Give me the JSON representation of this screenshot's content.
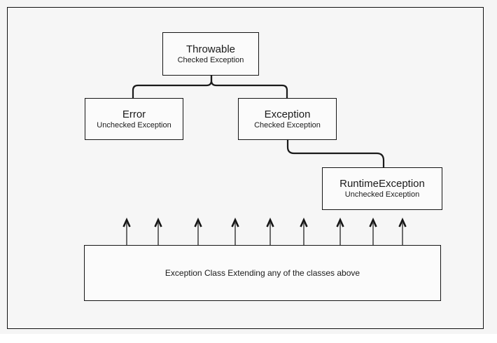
{
  "diagram": {
    "nodes": {
      "throwable": {
        "title": "Throwable",
        "subtitle": "Checked Exception"
      },
      "error": {
        "title": "Error",
        "subtitle": "Unchecked Exception"
      },
      "exception": {
        "title": "Exception",
        "subtitle": "Checked Exception"
      },
      "runtime_exception": {
        "title": "RuntimeException",
        "subtitle": "Unchecked Exception"
      },
      "extending_box": {
        "label": "Exception Class Extending any of the classes above"
      }
    },
    "edges": [
      {
        "from": "Throwable",
        "to": "Error"
      },
      {
        "from": "Throwable",
        "to": "Exception"
      },
      {
        "from": "Exception",
        "to": "RuntimeException"
      }
    ],
    "arrows": {
      "count": 9,
      "positions_x": [
        181,
        226,
        283,
        336,
        386,
        434,
        486,
        533,
        575
      ]
    },
    "colors": {
      "connector": "#1a1a1a",
      "box_border": "#151515",
      "box_fill": "#fbfbfb",
      "background": "#f5f5f5",
      "frame_border": "#111111",
      "arrow_stem": "#4a4a4a",
      "arrow_head": "#151515"
    }
  }
}
